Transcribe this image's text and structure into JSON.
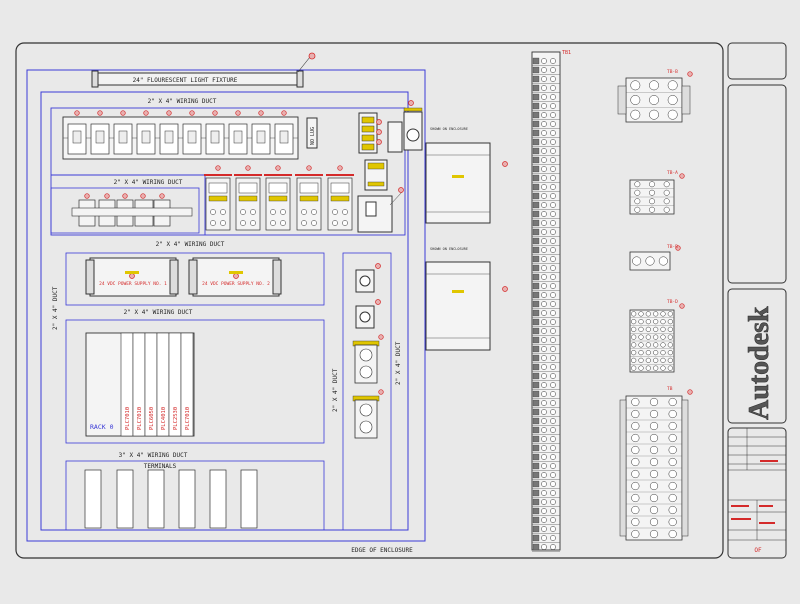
{
  "drawing": {
    "fixture_label": "24\" FLOURESCENT LIGHT FIXTURE",
    "duct_top": "2\" X 4\" WIRING DUCT",
    "duct_mid_left": "2\" X 4\" WIRING DUCT",
    "duct_center": "2\" X 4\" WIRING DUCT",
    "duct_lower": "2\" X 4\" WIRING DUCT",
    "duct_bottom": "3\" X 4\" WIRING DUCT",
    "duct_left_vertical": "2\" X 4\" DUCT",
    "duct_right_inner": "2\" X 4\" DUCT",
    "duct_right_outer": "2\" X 4\" DUCT",
    "power_supply_1": "24 VDC POWER SUPPLY NO. 1",
    "power_supply_2": "24 VDC POWER SUPPLY NO. 2",
    "rack_label": "RACK 0",
    "plc_cards": [
      "PLC7010",
      "PLC7010",
      "PLC6050",
      "PLC4010",
      "PLC2530",
      "PLC7010"
    ],
    "terminals_label": "TERMINALS",
    "edge_label": "EDGE OF ENCLOSURE",
    "strip_tags": [
      "TB1",
      "TB-B",
      "TB-A",
      "TB-B",
      "TB-D",
      "TB"
    ],
    "brand": "Autodesk",
    "sheet_code": "OF"
  },
  "colors": {
    "line": "#2b2b2b",
    "blue": "#3a3ad6",
    "red": "#d42a2a",
    "yellow": "#e0c600",
    "bg": "#e9e9e9"
  }
}
